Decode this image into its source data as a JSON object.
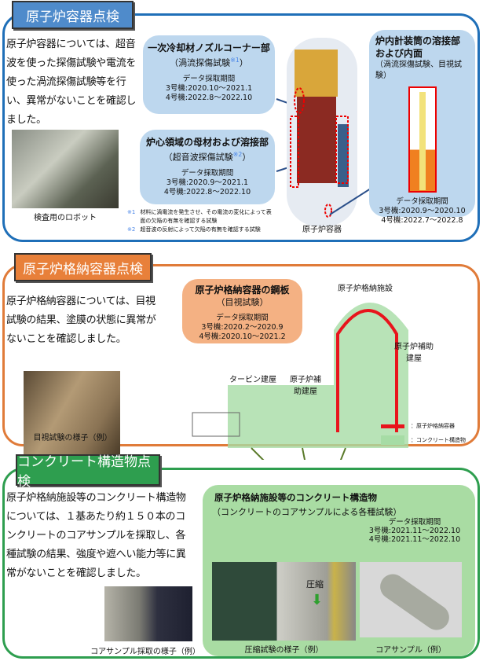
{
  "rv": {
    "title": "原子炉容器点検",
    "text": "原子炉容器については、超音波を使った探傷試験や電流を使った渦流探傷試験等を行い、異常がないことを確認しました。",
    "photo_caption": "検査用のロボット",
    "nozzle": {
      "title": "一次冷却材ノズルコーナー部",
      "method": "（渦流探傷試験",
      "mark": "※1",
      "close": "）",
      "period_label": "データ採取期間",
      "unit3": "3号機:2020.10～2021.1",
      "unit4": "4号機:2022.8～2022.10"
    },
    "core": {
      "title": "炉心領域の母材および溶接部",
      "method": "（超音波探傷試験",
      "mark": "※2",
      "close": "）",
      "period_label": "データ採取期間",
      "unit3": "3号機:2020.9～2021.1",
      "unit4": "4号機:2022.8～2022.10"
    },
    "instr": {
      "title": "炉内計装筒の溶接部および内面",
      "method": "（渦流探傷試験、目視試験）",
      "period_label": "データ採取期間",
      "unit3": "3号機:2020.9～2020.10",
      "unit4": "4号機:2022.7～2022.8"
    },
    "notes": [
      {
        "mark": "※1",
        "text": "材料に渦電流を発生させ、その電流の変化によって表面の欠陥の有無を確認する試験"
      },
      {
        "mark": "※2",
        "text": "超音波の反射によって欠陥の有無を確認する試験"
      }
    ],
    "vessel_caption": "原子炉容器"
  },
  "cv": {
    "title": "原子炉格納容器点検",
    "text": "原子炉格納容器については、目視試験の結果、塗膜の状態に異常がないことを確認しました。",
    "photo_caption": "目視試験の様子（例）",
    "plate": {
      "title": "原子炉格納容器の鋼板",
      "method": "（目視試験）",
      "period_label": "データ採取期間",
      "unit3": "3号機:2020.2～2020.9",
      "unit4": "4号機:2020.10～2021.2"
    },
    "labels": {
      "containment": "原子炉格納施設",
      "aux_right": "原子炉補助建屋",
      "turbine": "タービン建屋",
      "aux_left": "原子炉補助建屋"
    },
    "legend": [
      {
        "label": "：原子炉格納容器",
        "color": "#e8141c"
      },
      {
        "label": "：コンクリート構造物",
        "color": "#a6dca5"
      }
    ]
  },
  "cc": {
    "title": "コンクリート構造物点検",
    "text": "原子炉格納施設等のコンクリート構造物については、１基あたり約１５０本のコンクリートのコアサンプルを採取し、各種試験の結果、強度や遮へい能力等に異常がないことを確認しました。",
    "photo_caption": "コアサンプル採取の様子（例）",
    "panel": {
      "title": "原子炉格納施設等のコンクリート構造物",
      "method": "（コンクリートのコアサンプルによる各種試験）",
      "period_label": "データ採取期間",
      "unit3": "3号機:2021.11～2022.10",
      "unit4": "4号機:2021.11～2022.10",
      "compress": "圧縮",
      "test_caption": "圧縮試験の様子（例）",
      "sample_caption": "コアサンプル（例）"
    }
  },
  "colors": {
    "blue": "#1f6fb8",
    "orange": "#e07b39",
    "green": "#2e9e4f"
  }
}
